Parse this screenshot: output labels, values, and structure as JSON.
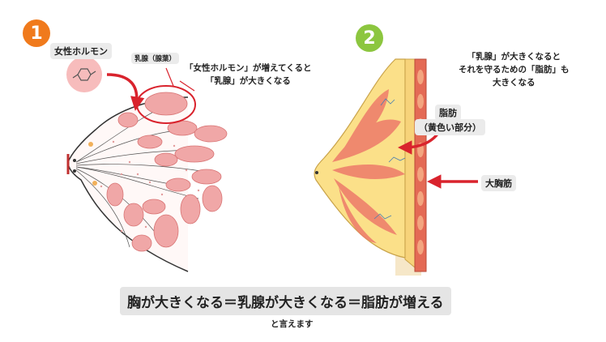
{
  "panel1": {
    "step": "1",
    "hormone_label": "女性ホルモン",
    "lobule_label": "乳腺（腺葉）",
    "note_line1": "「女性ホルモン」が増えてくると",
    "note_line2": "「乳腺」が大きくなる"
  },
  "panel2": {
    "step": "2",
    "note_line1": "「乳腺」が大きくなると",
    "note_line2": "それを守るための「脂肪」も",
    "note_line3": "大きくなる",
    "fat_label": "脂肪",
    "fat_sub": "（黄色い部分）",
    "muscle_label": "大胸筋"
  },
  "footer": {
    "headline": "胸が大きくなる＝乳腺が大きくなる＝脂肪が増える",
    "sub": "と言えます"
  },
  "colors": {
    "badge1": "#f07a1c",
    "badge2": "#8cc63f",
    "arrow": "#d9232d",
    "gland": "#f0a7a7",
    "gland_stroke": "#d87474",
    "fat": "#fbe089",
    "muscle": "#e46a55"
  }
}
